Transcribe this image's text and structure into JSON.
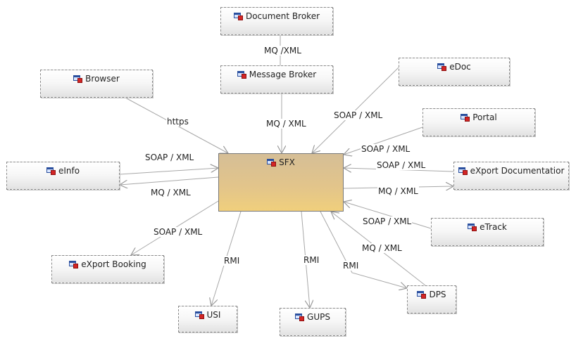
{
  "nodes": [
    {
      "id": "sfx",
      "label": "SFX",
      "icon": "component-icon",
      "hub": true
    },
    {
      "id": "document-broker",
      "label": "Document Broker",
      "icon": "component-icon"
    },
    {
      "id": "message-broker",
      "label": "Message Broker",
      "icon": "component-icon"
    },
    {
      "id": "browser",
      "label": "Browser",
      "icon": "component-icon"
    },
    {
      "id": "edoc",
      "label": "eDoc",
      "icon": "component-icon"
    },
    {
      "id": "portal",
      "label": "Portal",
      "icon": "component-icon"
    },
    {
      "id": "einfo",
      "label": "eInfo",
      "icon": "component-icon"
    },
    {
      "id": "export-documentation",
      "label": "eXport Documentatior",
      "icon": "component-icon"
    },
    {
      "id": "etrack",
      "label": "eTrack",
      "icon": "component-icon"
    },
    {
      "id": "export-booking",
      "label": "eXport Booking",
      "icon": "component-icon"
    },
    {
      "id": "usi",
      "label": "USI",
      "icon": "component-icon"
    },
    {
      "id": "gups",
      "label": "GUPS",
      "icon": "component-icon"
    },
    {
      "id": "dps",
      "label": "DPS",
      "icon": "component-icon"
    }
  ],
  "edges": [
    {
      "id": "docbroker-msgbroker",
      "from": "document-broker",
      "to": "message-broker",
      "label": "MQ /XML"
    },
    {
      "id": "msgbroker-sfx",
      "from": "message-broker",
      "to": "sfx",
      "label": "MQ / XML"
    },
    {
      "id": "browser-sfx",
      "from": "browser",
      "to": "sfx",
      "label": "https"
    },
    {
      "id": "edoc-sfx",
      "from": "edoc",
      "to": "sfx",
      "label": "SOAP / XML"
    },
    {
      "id": "portal-sfx",
      "from": "portal",
      "to": "sfx",
      "label": "SOAP / XML"
    },
    {
      "id": "einfo-sfx",
      "from": "einfo",
      "to": "sfx",
      "label": "SOAP / XML"
    },
    {
      "id": "sfx-einfo",
      "from": "sfx",
      "to": "einfo",
      "label": "MQ / XML"
    },
    {
      "id": "exportdoc-sfx",
      "from": "export-documentation",
      "to": "sfx",
      "label": "SOAP / XML"
    },
    {
      "id": "sfx-exportdoc",
      "from": "sfx",
      "to": "export-documentation",
      "label": "MQ / XML"
    },
    {
      "id": "etrack-sfx",
      "from": "etrack",
      "to": "sfx",
      "label": "SOAP / XML"
    },
    {
      "id": "dps-sfx",
      "from": "dps",
      "to": "sfx",
      "label": "MQ / XML"
    },
    {
      "id": "sfx-dps",
      "from": "sfx",
      "to": "dps",
      "label": "RMI"
    },
    {
      "id": "sfx-exportbooking",
      "from": "sfx",
      "to": "export-booking",
      "label": "SOAP / XML"
    },
    {
      "id": "sfx-usi",
      "from": "sfx",
      "to": "usi",
      "label": "RMI"
    },
    {
      "id": "sfx-gups",
      "from": "sfx",
      "to": "gups",
      "label": "RMI"
    }
  ]
}
